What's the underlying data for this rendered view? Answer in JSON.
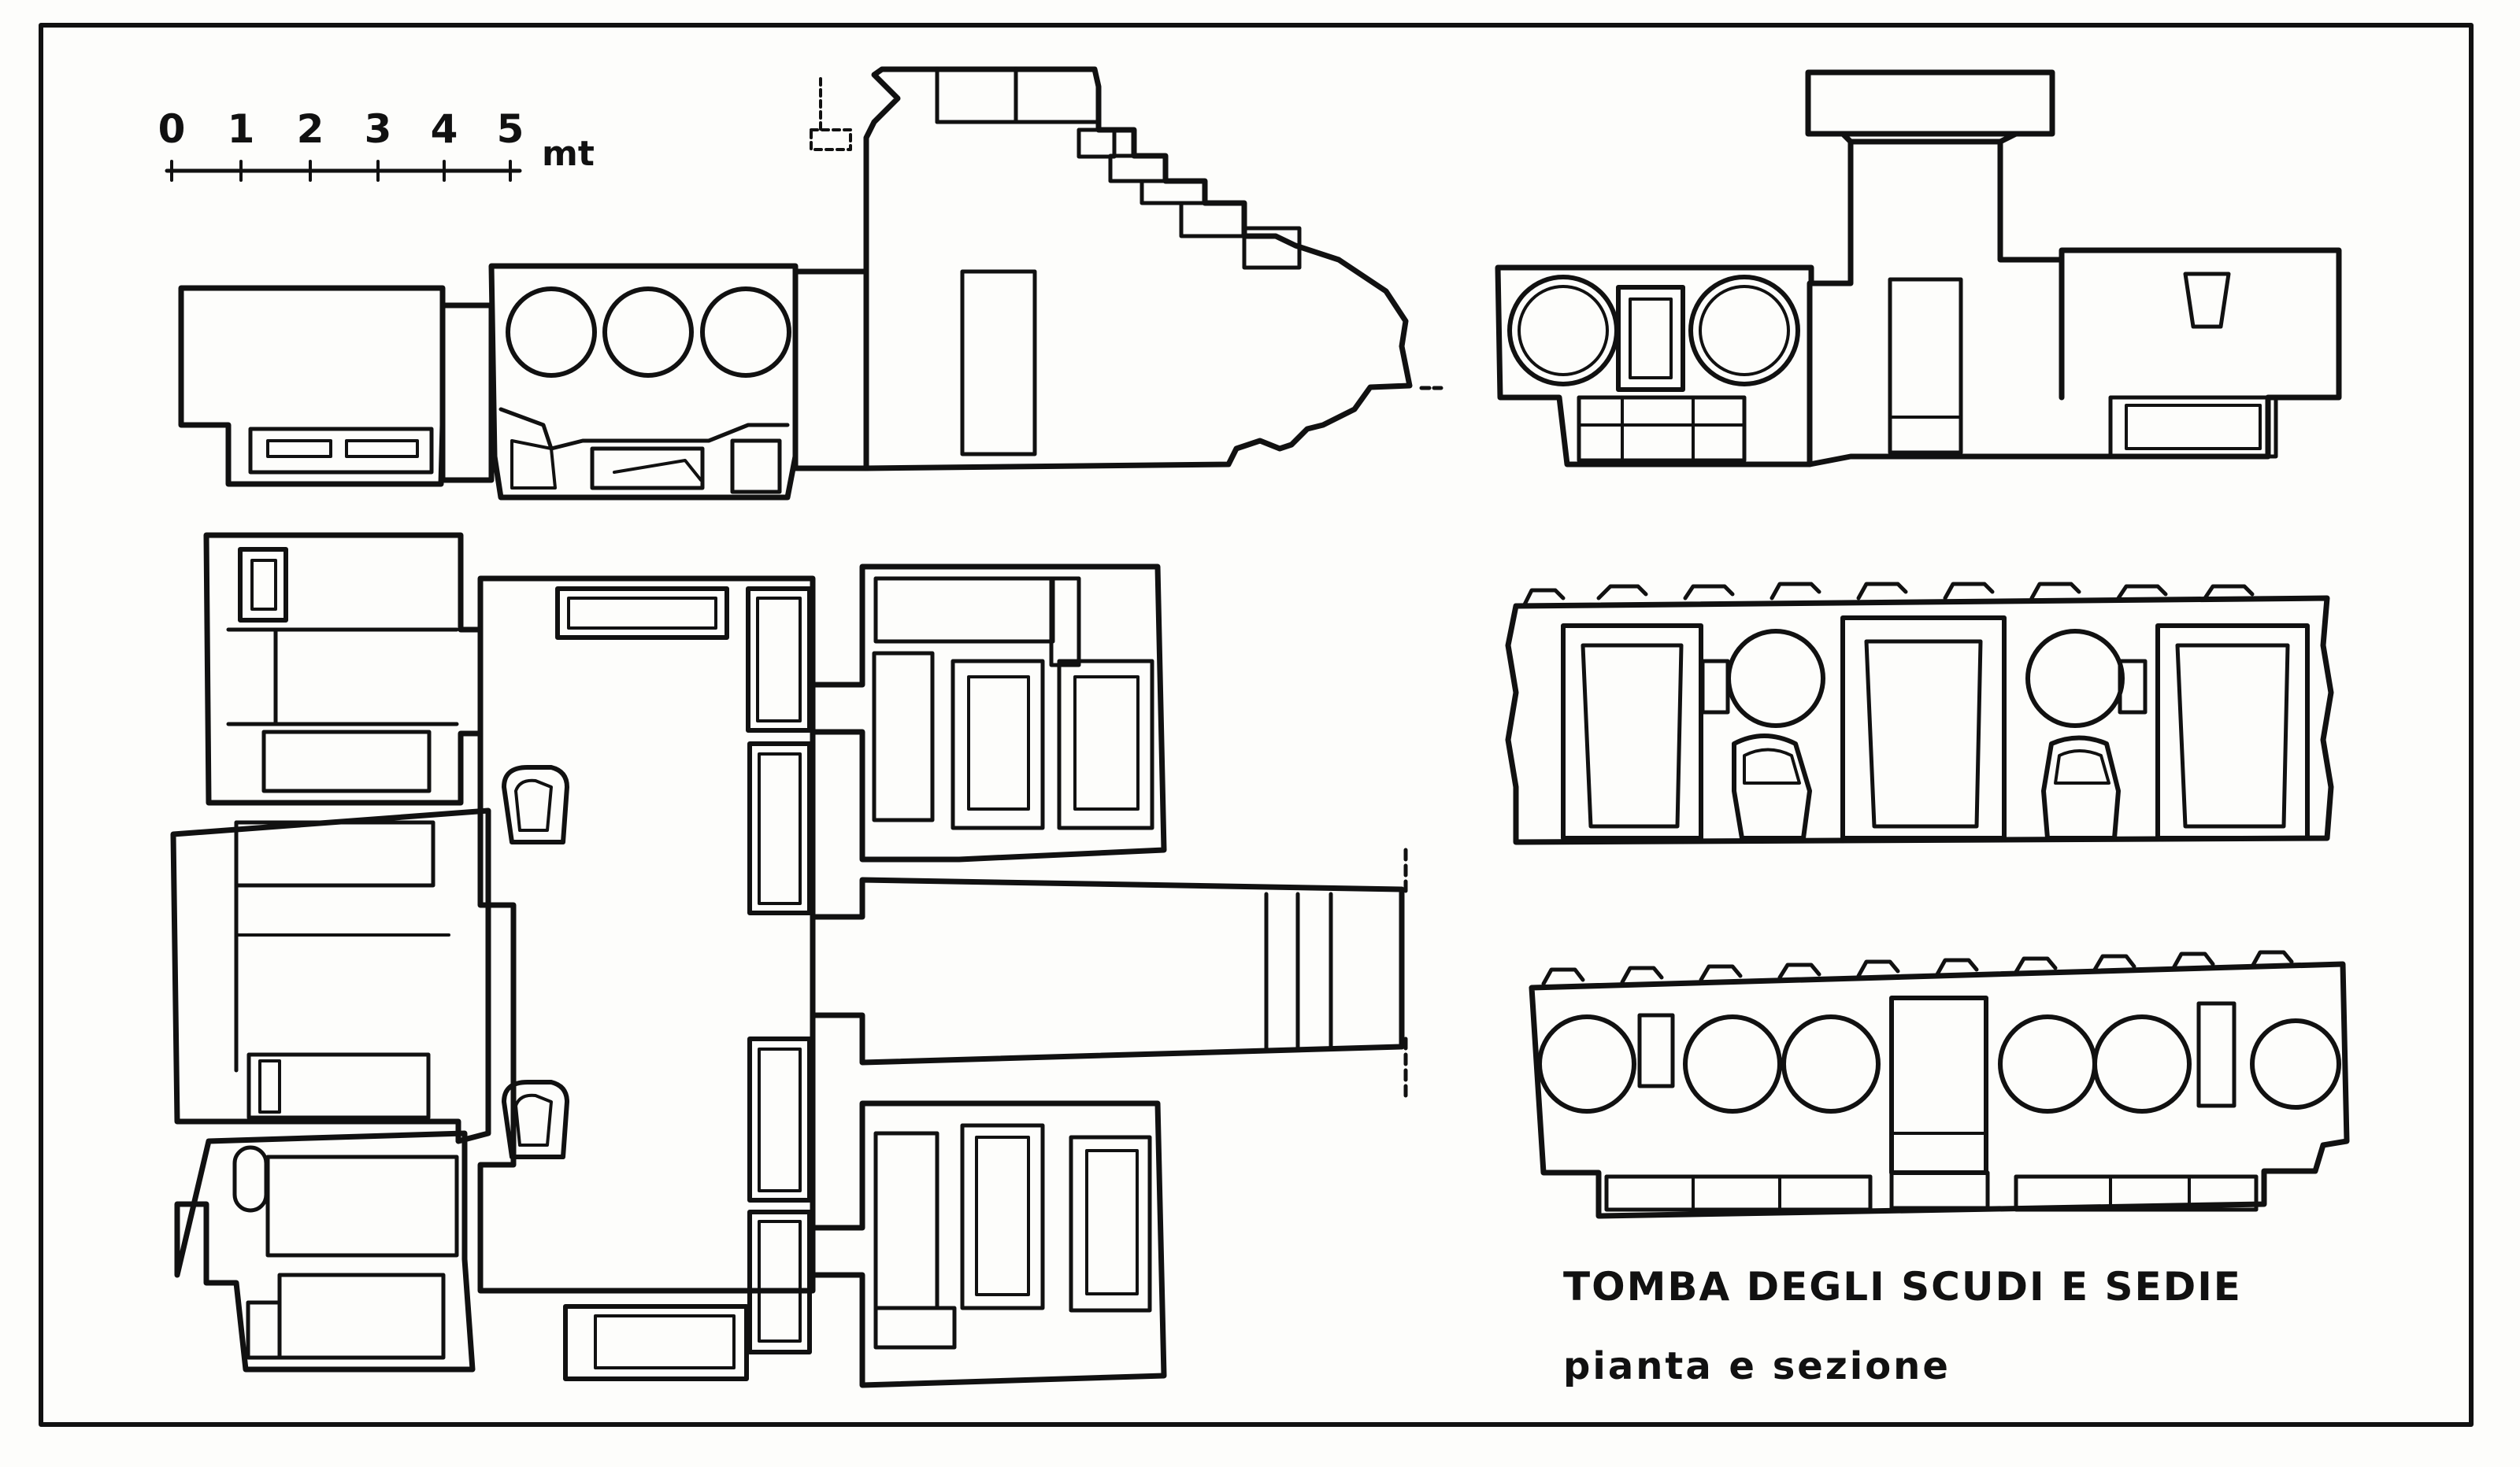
{
  "drawing": {
    "title": "TOMBA DEGLI SCUDI E SEDIE",
    "subtitle": "pianta e sezione",
    "scale": {
      "ticks": [
        "0",
        "1",
        "2",
        "3",
        "4",
        "5"
      ],
      "unit": "mt"
    }
  },
  "colors": {
    "ink": "#111111",
    "paper": "#fdfdfb"
  }
}
